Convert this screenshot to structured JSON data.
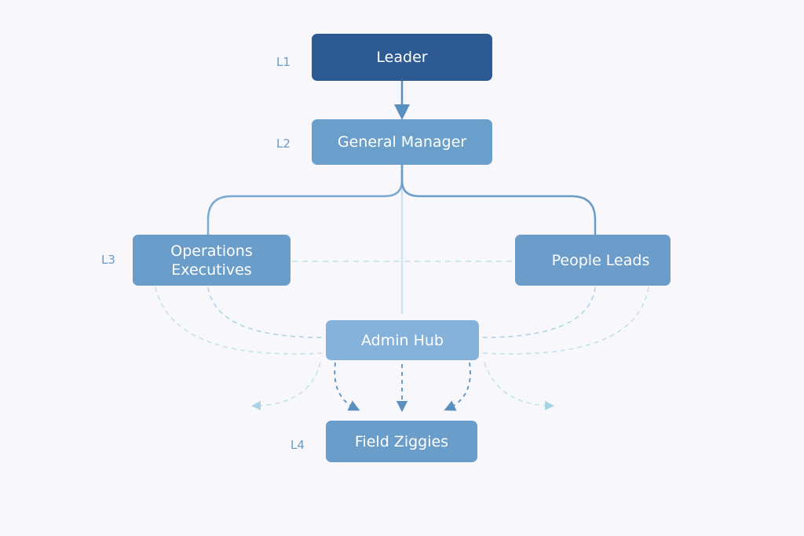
{
  "diagram": {
    "type": "org-chart",
    "levels": [
      {
        "id": "L1",
        "label": "L1"
      },
      {
        "id": "L2",
        "label": "L2"
      },
      {
        "id": "L3",
        "label": "L3"
      },
      {
        "id": "L4",
        "label": "L4"
      }
    ],
    "nodes": {
      "leader": {
        "label": "Leader",
        "level": "L1",
        "color": "#2d5a92"
      },
      "general_manager": {
        "label": "General Manager",
        "level": "L2",
        "color": "#6b9fcb"
      },
      "operations_executives": {
        "line1": "Operations",
        "line2": "Executives",
        "level": "L3",
        "color": "#6b9dca"
      },
      "people_leads": {
        "label": "People Leads",
        "level": "L3",
        "color": "#6c9dca"
      },
      "admin_hub": {
        "label": "Admin Hub",
        "color": "#84b2da"
      },
      "field_ziggies": {
        "label": "Field Ziggies",
        "level": "L4",
        "color": "#6b9dca"
      }
    },
    "edges": [
      {
        "from": "leader",
        "to": "general_manager",
        "style": "solid",
        "arrow": true
      },
      {
        "from": "general_manager",
        "to": "operations_executives",
        "style": "solid"
      },
      {
        "from": "general_manager",
        "to": "people_leads",
        "style": "solid"
      },
      {
        "from": "general_manager",
        "to": "admin_hub",
        "style": "solid-light"
      },
      {
        "from": "operations_executives",
        "to": "people_leads",
        "style": "dashed-light"
      },
      {
        "from": "operations_executives",
        "to": "admin_hub",
        "style": "dashed-light"
      },
      {
        "from": "people_leads",
        "to": "admin_hub",
        "style": "dashed-light"
      },
      {
        "from": "admin_hub",
        "to": "field_ziggies",
        "style": "dashed",
        "arrow": true
      }
    ],
    "colors": {
      "line": "#6a9cc8",
      "line_light": "#c8dcee",
      "dashed_light": "#a9d3e3",
      "label": "#6a9cc6",
      "background": "#f8f8fc"
    }
  }
}
